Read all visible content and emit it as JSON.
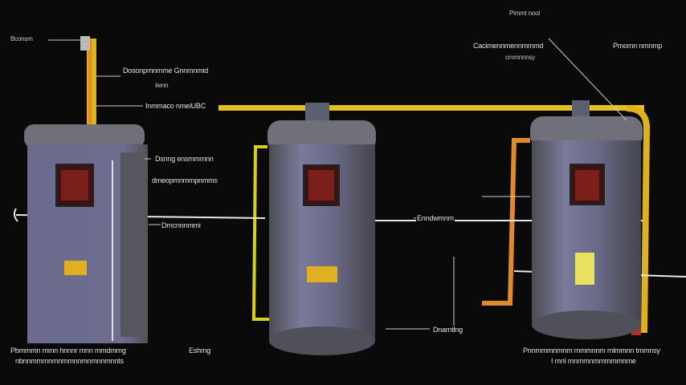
{
  "labels": {
    "top_left_small": "Bconsm",
    "vent_label": "Dosonpmnmme Gnnmnmid",
    "vent_sub": "Iienn",
    "pipe_label": "Inmmaco nmeiUBC",
    "tank1_top_label": "Dsnng ensmmmnn",
    "tank1_top_sub": "dmeopmnmmpnmms",
    "middle_line_label": "Dmcnnnmmi",
    "top_right_label": "Pimmt nool",
    "top_right_center_label": "Cacimennmennmmmd",
    "top_right_center_sub": "cmmnnnsy",
    "far_right_label": "Pmomn nmnmp",
    "right_middle_label": "Enndwmnm",
    "bottom_middle_label": "Dnamtlng",
    "bottom_left_line1": "Pbmmmn mmn hnnnr mnn mmdmmg",
    "bottom_left_line2": "nbnnmmmnmnmmnnmnmnnmnnts",
    "bottom_left_tag": "Eshmg",
    "bottom_right_line1": "Pnnmmmnmnm mmmnnm mlmmnn tmmnsy",
    "bottom_right_line2": "I mnl mnmmnmmmmmnme"
  },
  "colors": {
    "background": "#0a0a0a",
    "tank_body": "#6e6e8c",
    "tank_shade": "#55555f",
    "pipe_yellow": "#d9b41e",
    "pipe_orange": "#e08a2a",
    "panel_red": "#7a1f1a",
    "label_yellow": "#e0b020"
  }
}
